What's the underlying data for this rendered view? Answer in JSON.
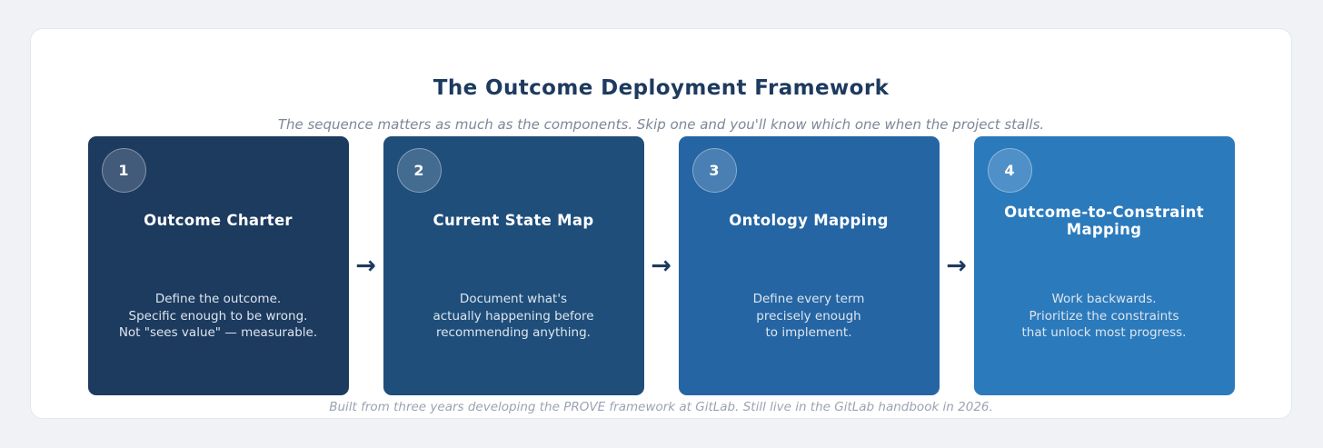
{
  "header": {
    "title": "The Outcome Deployment Framework",
    "subtitle": "The sequence matters as much as the components. Skip one and you'll know which one when the project stalls."
  },
  "steps": [
    {
      "number": "1",
      "title": "Outcome Charter",
      "bg_color": "#1d3a5f",
      "lines": [
        "Define the outcome.",
        "Specific enough to be wrong.",
        "Not \"sees value\" — measurable."
      ]
    },
    {
      "number": "2",
      "title": "Current State Map",
      "bg_color": "#1f4e7a",
      "lines": [
        "Document what's",
        "actually happening before",
        "recommending anything."
      ]
    },
    {
      "number": "3",
      "title": "Ontology Mapping",
      "bg_color": "#2565a3",
      "lines": [
        "Define every term",
        "precisely enough",
        "to implement."
      ]
    },
    {
      "number": "4",
      "title": "Outcome-to-Constraint Mapping",
      "bg_color": "#2b7abc",
      "lines": [
        "Work backwards.",
        "Prioritize the constraints",
        "that unlock most progress."
      ]
    }
  ],
  "arrow": {
    "glyph": "→",
    "color": "#1d3a5f"
  },
  "footer": {
    "note": "Built from three years developing the PROVE framework at GitLab. Still live in the GitLab handbook in 2026."
  },
  "colors": {
    "page_background": "#f0f2f5",
    "panel_background": "#ffffff",
    "panel_border": "#e3e7ed",
    "title_text": "#1d3a5f",
    "subtitle_text": "#7e8798",
    "card_body_text": "#dde6ef",
    "footer_text": "#9ba3b2"
  }
}
